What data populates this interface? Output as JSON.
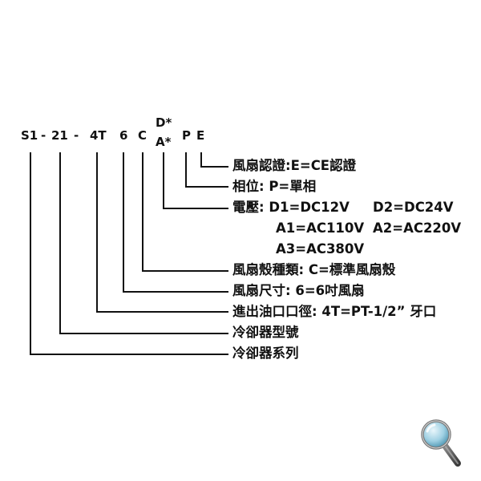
{
  "code": {
    "s1": "S1",
    "dash1": "-",
    "n21": "21",
    "dash2": "-",
    "t4": "4T",
    "six": "6",
    "c": "C",
    "d": "D*",
    "a": "A*",
    "p": "P",
    "e": "E"
  },
  "labels": {
    "fan_cert": "風扇認證:E=CE認證",
    "phase": "相位: P=單相",
    "voltage_1": "電壓: D1=DC12V",
    "voltage_1b": "D2=DC24V",
    "voltage_2a": "A1=AC110V",
    "voltage_2b": "A2=AC220V",
    "voltage_3": "A3=AC380V",
    "fan_shell": "風扇殼種類: C=標準風扇殼",
    "fan_size": "風扇尺寸: 6=6吋風扇",
    "port": "進出油口口徑: 4T=PT-1/2” 牙口",
    "model": "冷卻器型號",
    "series": "冷卻器系列"
  },
  "icons": {
    "zoom": "magnifier-icon"
  }
}
